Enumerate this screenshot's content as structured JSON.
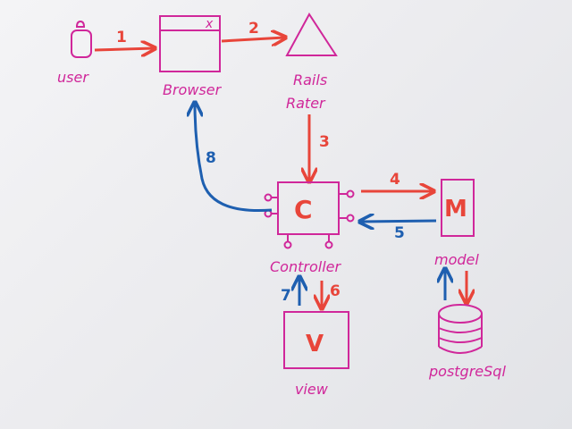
{
  "colors": {
    "magenta": "#d0279a",
    "red": "#e8453a",
    "blue": "#1e5fb0",
    "paper": "#efeff2"
  },
  "nodes": {
    "user": {
      "label": "user",
      "icon": "person-icon"
    },
    "browser": {
      "label": "Browser",
      "close_mark": "x",
      "icon": "browser-window-icon"
    },
    "router": {
      "label_line1": "Rails",
      "label_line2": "Rater",
      "icon": "triangle-icon"
    },
    "controller": {
      "letter": "C",
      "label": "Controller"
    },
    "model": {
      "letter": "M",
      "label": "model"
    },
    "view": {
      "letter": "V",
      "label": "view"
    },
    "database": {
      "label": "postgreSql",
      "icon": "database-cylinder-icon"
    }
  },
  "arrows": {
    "a1": "1",
    "a2": "2",
    "a3": "3",
    "a4": "4",
    "a5": "5",
    "a6": "6",
    "a7": "7",
    "a8": "8"
  }
}
